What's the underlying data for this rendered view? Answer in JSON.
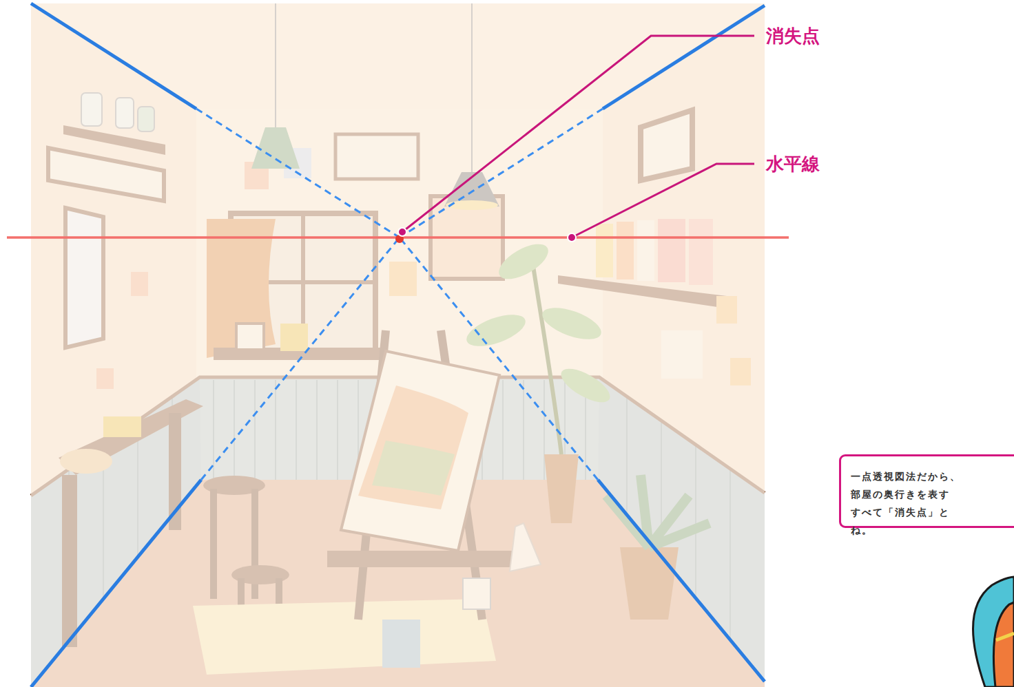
{
  "diagram": {
    "nodes": [
      {
        "text": [
          "一点透視図法だから、 部屋の奥行きを表す すべて「消失点」と ね。"
        ]
      }
    ],
    "labels": [
      "消失点",
      "水平線"
    ]
  }
}
